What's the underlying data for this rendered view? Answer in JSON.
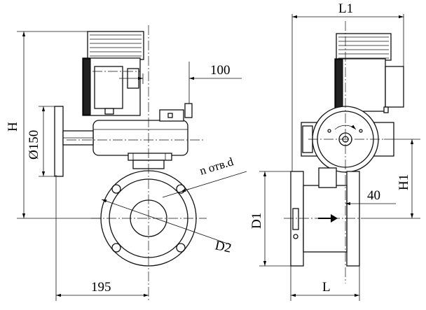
{
  "labels": {
    "dim_100": "100",
    "dim_H": "H",
    "dim_diam150": "Ø150",
    "dim_n_holes": "n отв.d",
    "dim_D2": "D2",
    "dim_195": "195",
    "dim_L1": "L1",
    "dim_H1": "H1",
    "dim_40": "40",
    "dim_D1": "D1",
    "dim_L": "L"
  }
}
